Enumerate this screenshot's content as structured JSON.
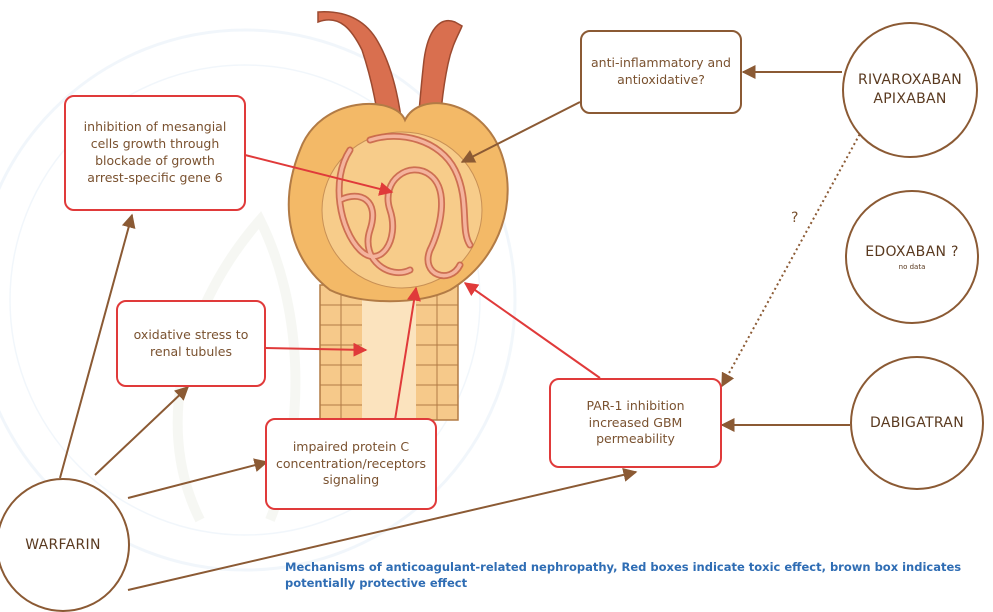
{
  "boxes": {
    "mesangial": "inhibition of mesangial cells growth through blockade of growth arrest-specific gene 6",
    "oxidative": "oxidative stress to renal tubules",
    "protein_c": "impaired protein C concentration/receptors signaling",
    "par1": "PAR-1 inhibition increased GBM permeability",
    "anti_inflam": "anti-inflammatory and antioxidative?"
  },
  "drugs": {
    "warfarin": "WARFARIN",
    "rivaroxaban": "RIVAROXABAN",
    "apixaban": "APIXABAN",
    "edoxaban": "EDOXABAN ?",
    "edoxaban_note": "no data",
    "dabigatran": "DABIGATRAN"
  },
  "question_mark": "?",
  "caption": "Mechanisms of anticoagulant-related nephropathy, Red boxes indicate toxic effect, brown box indicates potentially protective effect",
  "colors": {
    "toxic": "#e03a3a",
    "protective": "#8b5a34",
    "caption": "#2f6db4",
    "capsule": "#f3b967",
    "vessel": "#e59a80"
  }
}
